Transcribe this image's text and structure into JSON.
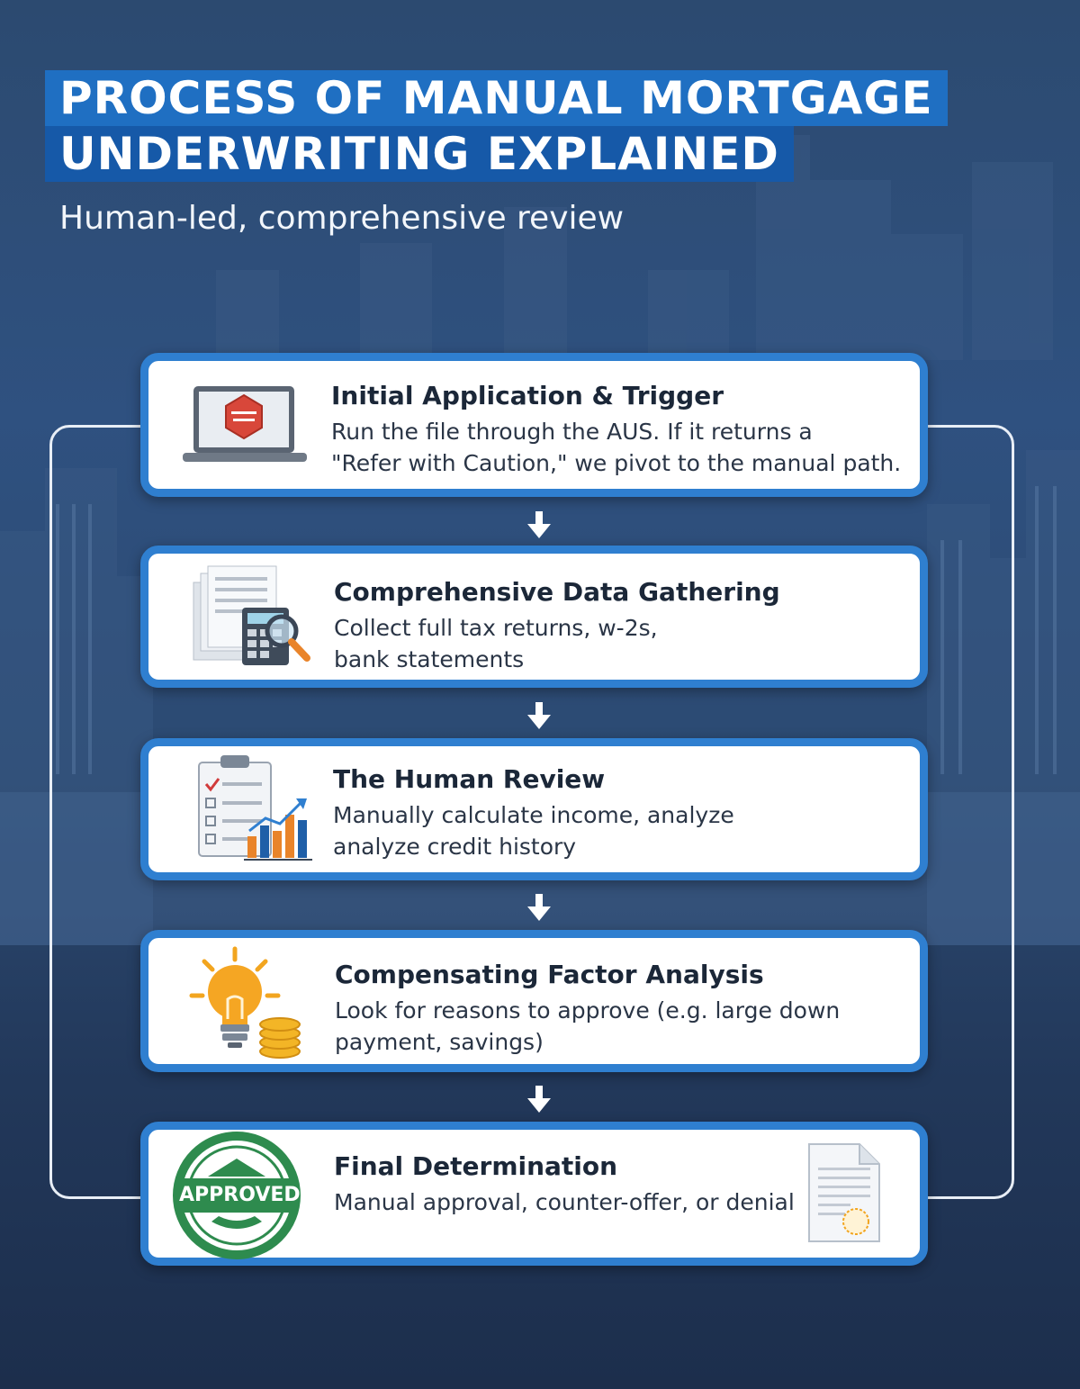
{
  "title": {
    "line1": "PROCESS OF MANUAL MORTGAGE",
    "line2": "UNDERWRITING EXPLAINED"
  },
  "subtitle": "Human-led, comprehensive review",
  "steps": [
    {
      "title": "Initial Application & Trigger",
      "description_lines": [
        "Run the file through the AUS.  If it returns a",
        "\"Refer with Caution,\" we pivot to the manual path."
      ],
      "icon": "laptop-warning-icon"
    },
    {
      "title": "Comprehensive Data Gathering",
      "description_lines": [
        "Collect full tax returns, w-2s,",
        "bank statements"
      ],
      "icon": "documents-calculator-icon"
    },
    {
      "title": "The Human Review",
      "description_lines": [
        "Manually calculate income, analyze",
        "analyze credit history"
      ],
      "icon": "checklist-chart-icon"
    },
    {
      "title": "Compensating Factor Analysis",
      "description_lines": [
        "Look for reasons to approve (e.g. large down",
        "payment, savings)"
      ],
      "icon": "lightbulb-coins-icon"
    },
    {
      "title": "Final Determination",
      "description_lines": [
        "Manual approval, counter-offer, or denial"
      ],
      "icon": "approved-stamp-icon",
      "stamp_text": "APPROVED"
    }
  ],
  "colors": {
    "accent": "#2f7fd0",
    "title_bg": "#1f6fc2",
    "background": "#2c4a70",
    "approved_green": "#2e8b4e"
  }
}
